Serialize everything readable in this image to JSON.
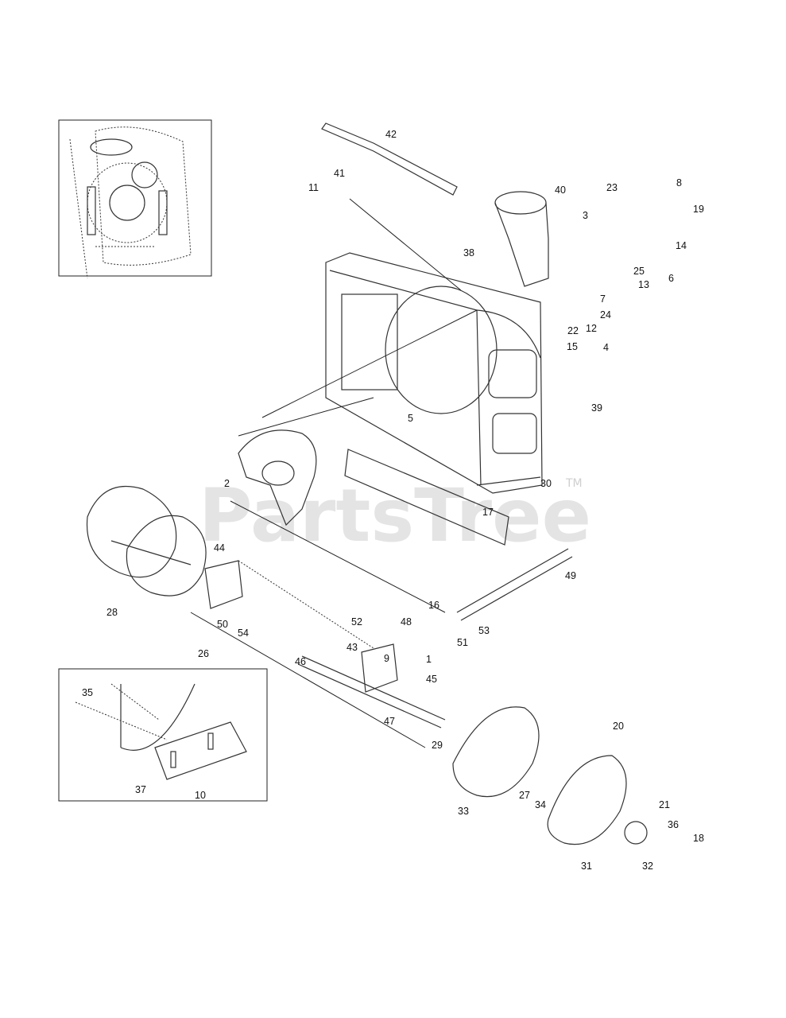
{
  "watermark": {
    "brand": "PartsTree",
    "trademark": "TM"
  },
  "callouts": [
    "42",
    "41",
    "11",
    "40",
    "23",
    "8",
    "3",
    "19",
    "14",
    "6",
    "38",
    "25",
    "13",
    "7",
    "24",
    "22",
    "12",
    "15",
    "4",
    "5",
    "39",
    "2",
    "30",
    "17",
    "44",
    "28",
    "49",
    "16",
    "48",
    "53",
    "51",
    "1",
    "9",
    "52",
    "50",
    "54",
    "43",
    "26",
    "46",
    "45",
    "47",
    "35",
    "20",
    "29",
    "27",
    "33",
    "34",
    "21",
    "36",
    "37",
    "10",
    "31",
    "32",
    "18"
  ]
}
